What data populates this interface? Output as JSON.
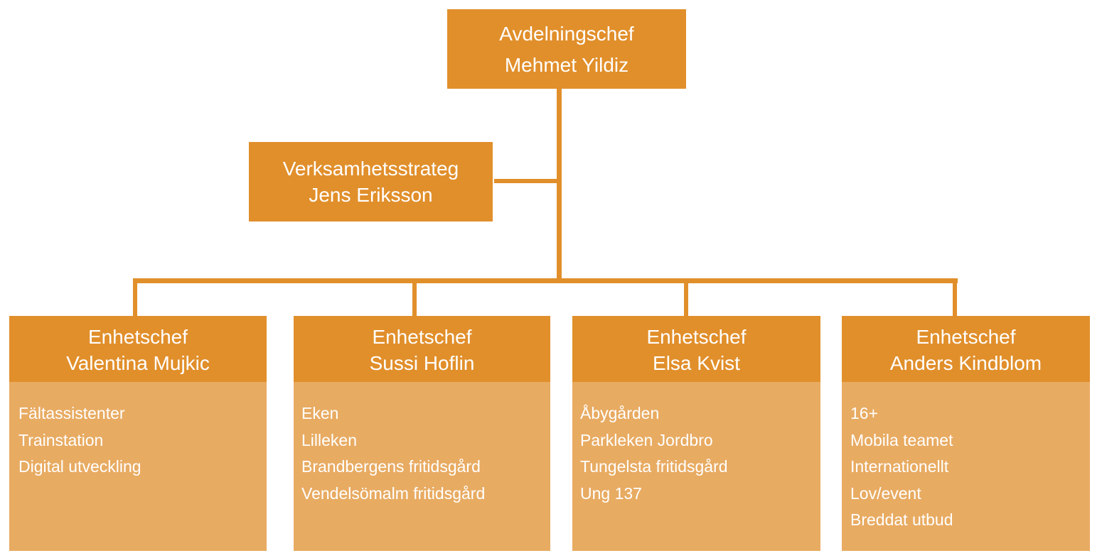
{
  "colors": {
    "primary": "#e18f2b",
    "light": "#e8ab62",
    "text": "#ffffff"
  },
  "top": {
    "title": "Avdelningschef",
    "name": "Mehmet Yildiz"
  },
  "staff": {
    "title": "Verksamhetsstrateg",
    "name": "Jens Eriksson"
  },
  "units": [
    {
      "title": "Enhetschef",
      "name": "Valentina Mujkic",
      "items": [
        "Fältassistenter",
        "Trainstation",
        "Digital utveckling"
      ]
    },
    {
      "title": "Enhetschef",
      "name": "Sussi Hoflin",
      "items": [
        "Eken",
        "Lilleken",
        "Brandbergens fritidsgård",
        "Vendelsömalm fritidsgård"
      ]
    },
    {
      "title": "Enhetschef",
      "name": "Elsa Kvist",
      "items": [
        "Åbygården",
        "Parkleken Jordbro",
        "Tungelsta fritidsgård",
        "Ung 137"
      ]
    },
    {
      "title": "Enhetschef",
      "name": "Anders Kindblom",
      "items": [
        "16+",
        "Mobila teamet",
        "Internationellt",
        "Lov/event",
        "Breddat utbud"
      ]
    }
  ]
}
